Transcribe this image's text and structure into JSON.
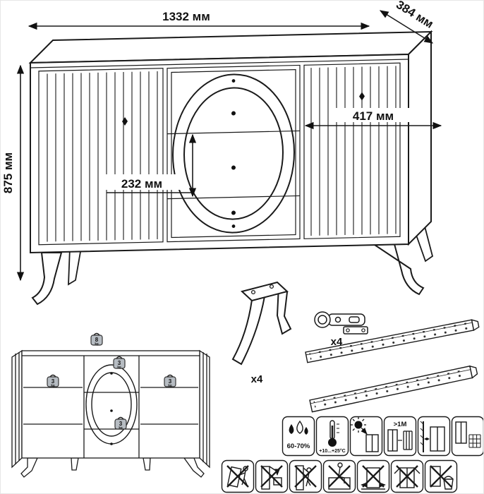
{
  "dimensions": {
    "width": "1332 мм",
    "depth": "384 мм",
    "height": "875 мм",
    "niche_width": "417 мм",
    "drawer_front_height": "232 мм"
  },
  "hardware": {
    "leg_qty": "x4",
    "hinge_qty": "x4"
  },
  "load_limits": {
    "unit": "kg",
    "top": "8",
    "center_upper": "3",
    "left_shelf": "3",
    "right_shelf": "3",
    "center_lower": "3"
  },
  "care": {
    "humidity": "60-70%",
    "temperature": "+10...+25°C",
    "min_distance": ">1M"
  },
  "icons": {
    "row1": [
      "humidity-icon",
      "temperature-icon",
      "no-direct-sunlight-icon",
      "heat-source-distance-icon",
      "wall-gap-icon",
      "ventilation-grid-icon"
    ],
    "row2": [
      "no-tilt-push-icon",
      "no-load-on-open-door-icon",
      "no-hang-on-door-icon",
      "no-sit-on-top-icon",
      "no-drag-icon",
      "no-move-with-open-doors-icon",
      "no-wet-cleaning-icon"
    ]
  }
}
